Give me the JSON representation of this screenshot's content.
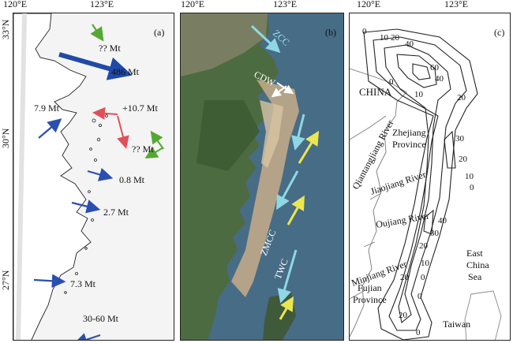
{
  "ticks": {
    "top_a": [
      "120°E",
      "123°E"
    ],
    "top_b": [
      "120°E",
      "123°E"
    ],
    "top_c": [
      "120°E",
      "123°E"
    ],
    "left": [
      "33°N",
      "30°N",
      "27°N"
    ]
  },
  "panel_a": {
    "label": "(a)",
    "fluxes": [
      "?? Mt",
      "486 Mt",
      "7.9 Mt",
      "+10.7 Mt",
      "?? Mt",
      "0.8 Mt",
      "2.7 Mt",
      "7.3 Mt",
      "30-60 Mt"
    ]
  },
  "panel_b": {
    "label": "(b)",
    "currents": [
      "ZCC",
      "CDW",
      "ZMCC",
      "TWC"
    ]
  },
  "panel_c": {
    "label": "(c)",
    "places": [
      "CHINA",
      "Qiantangjiang River",
      "Zhejiang",
      "Province",
      "Jiaojiang River",
      "Oujiang River",
      "Minjiang River",
      "Fujian",
      "Province",
      "East",
      "China",
      "Sea",
      "Taiwan"
    ],
    "depths": [
      "0",
      "10",
      "20",
      "40",
      "60",
      "40",
      "0",
      "10",
      "20",
      "30",
      "20",
      "10",
      "0",
      "40",
      "30",
      "20",
      "10",
      "0",
      "20",
      "0",
      "20",
      "0"
    ]
  },
  "colors": {
    "yangtze_arrow": "#1f4aa8",
    "river_arrow": "#2a4fb0",
    "green_arrow": "#55a832",
    "red_arrow": "#e0505a",
    "cold_current": "#8ed8e6",
    "warm_current": "#ece650",
    "cdw_arrow": "#ffffff"
  }
}
